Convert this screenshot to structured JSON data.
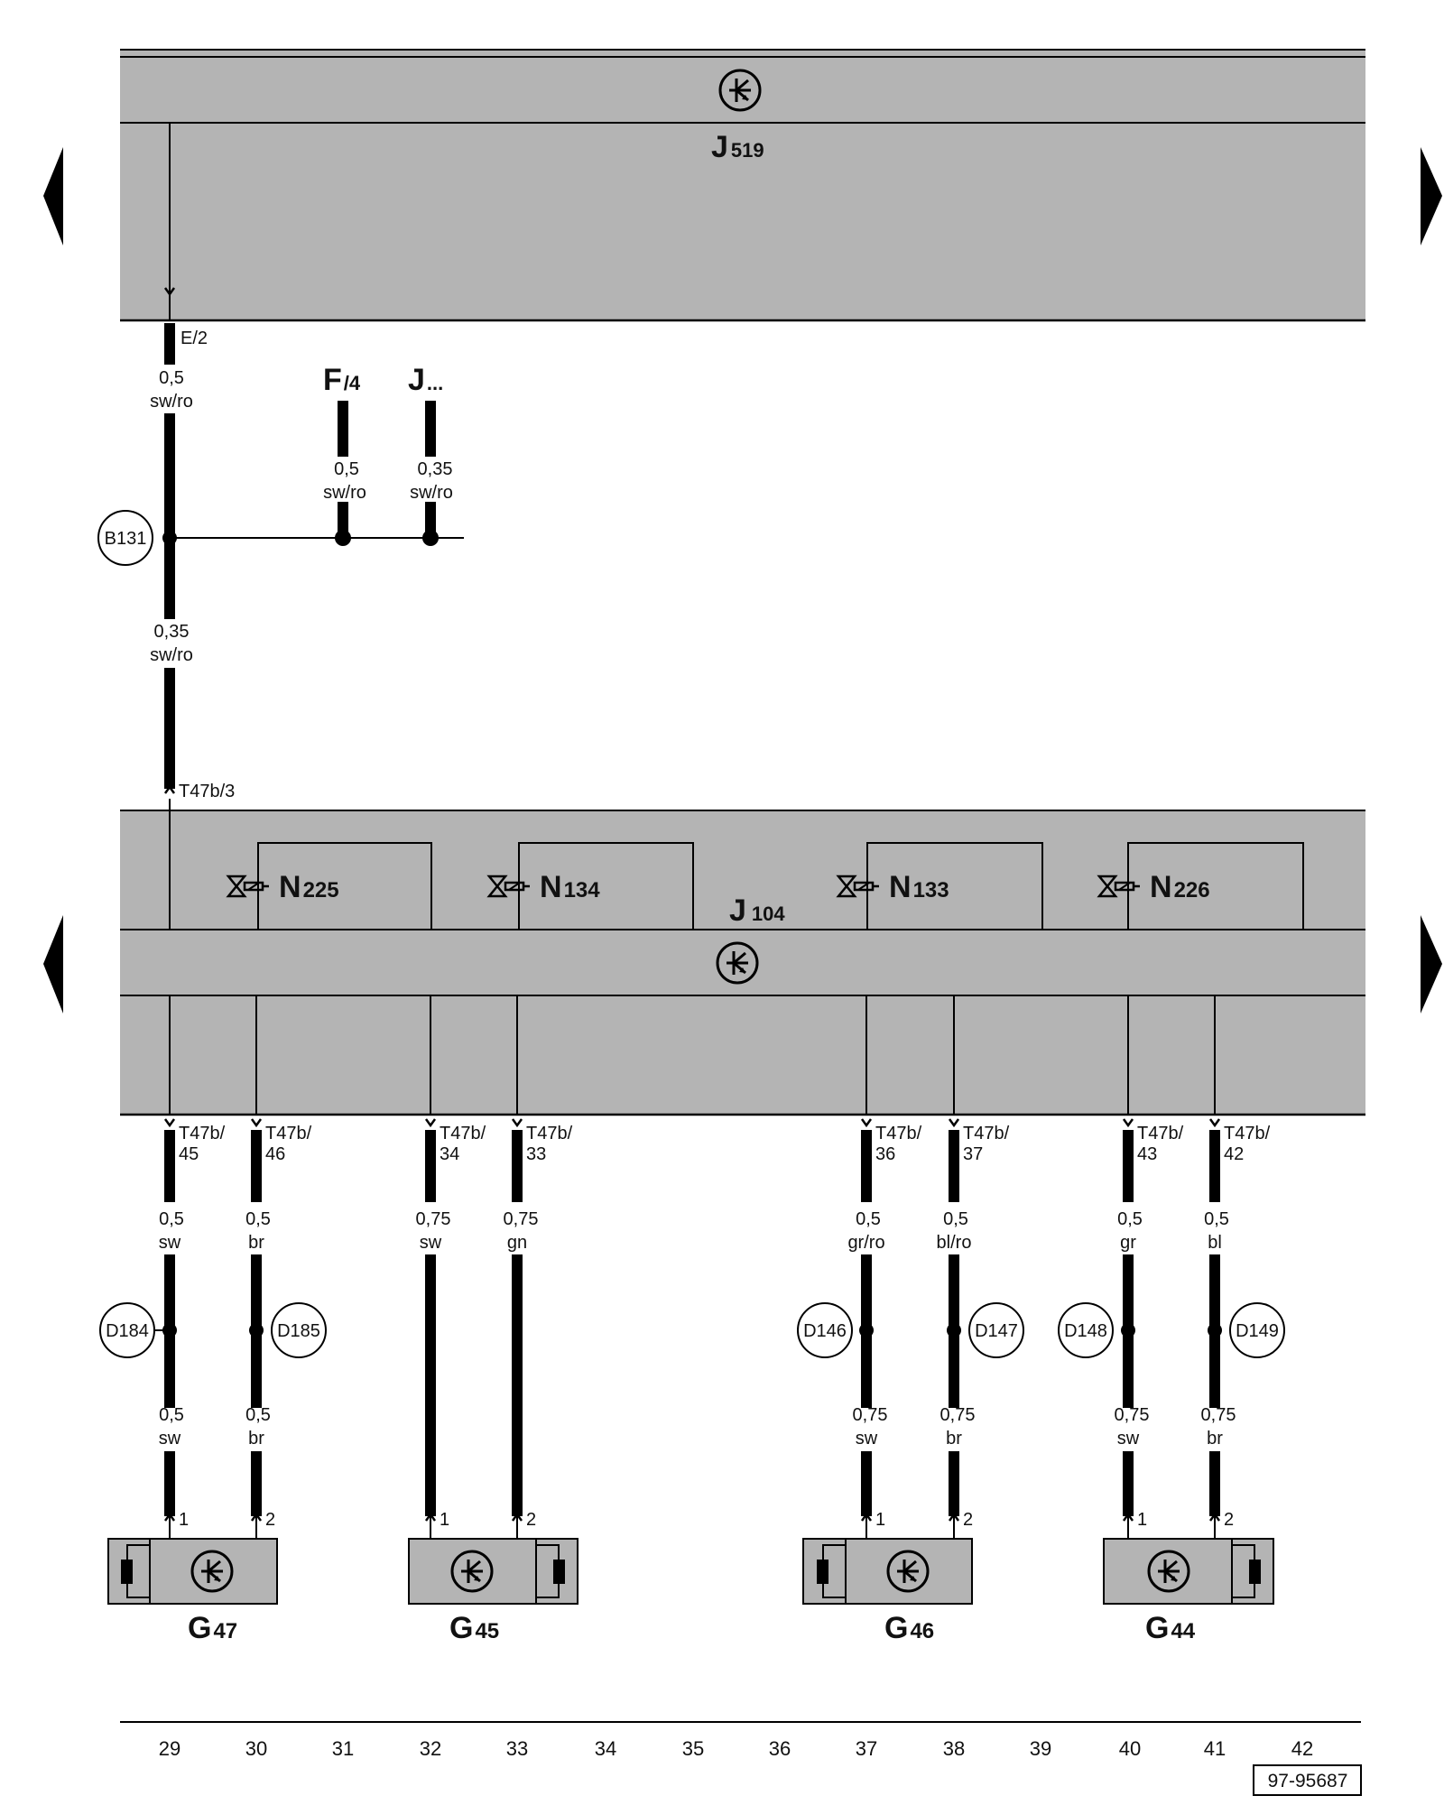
{
  "colors": {
    "module_fill": "#b4b4b4",
    "wire": "#000000",
    "background": "#ffffff"
  },
  "icons": [
    "ecu-symbol-icon",
    "valve-icon",
    "sensor-resistor-icon",
    "navigation-arrow-icon"
  ],
  "modules": {
    "top": {
      "name": "J",
      "sub": "519"
    },
    "mid": {
      "name": "J",
      "sub": "104"
    }
  },
  "valves": [
    {
      "name": "N",
      "sub": "225"
    },
    {
      "name": "N",
      "sub": "134"
    },
    {
      "name": "N",
      "sub": "133"
    },
    {
      "name": "N",
      "sub": "226"
    }
  ],
  "upper": {
    "e2_pin": "E/2",
    "wire1_size": "0,5",
    "wire1_color": "sw/ro",
    "f_label": "F",
    "f_sub": "/4",
    "j_label": "J",
    "j_sub": "...",
    "f_size": "0,5",
    "f_color": "sw/ro",
    "j_size": "0,35",
    "j_color": "sw/ro",
    "b131": "B131",
    "wire2_size": "0,35",
    "wire2_color": "sw/ro",
    "t47b3": "T47b/3"
  },
  "conn_pins": [
    {
      "a": "T47b/",
      "b": "45"
    },
    {
      "a": "T47b/",
      "b": "46"
    },
    {
      "a": "T47b/",
      "b": "34"
    },
    {
      "a": "T47b/",
      "b": "33"
    },
    {
      "a": "T47b/",
      "b": "36"
    },
    {
      "a": "T47b/",
      "b": "37"
    },
    {
      "a": "T47b/",
      "b": "43"
    },
    {
      "a": "T47b/",
      "b": "42"
    }
  ],
  "wires_upper": [
    {
      "size": "0,5",
      "color": "sw"
    },
    {
      "size": "0,5",
      "color": "br"
    },
    {
      "size": "0,75",
      "color": "sw"
    },
    {
      "size": "0,75",
      "color": "gn"
    },
    {
      "size": "0,5",
      "color": "gr/ro"
    },
    {
      "size": "0,5",
      "color": "bl/ro"
    },
    {
      "size": "0,5",
      "color": "gr"
    },
    {
      "size": "0,5",
      "color": "bl"
    }
  ],
  "splices": [
    "D184",
    "D185",
    "D146",
    "D147",
    "D148",
    "D149"
  ],
  "wires_lower": [
    {
      "size": "0,5",
      "color": "sw"
    },
    {
      "size": "0,5",
      "color": "br"
    },
    {
      "size": "0,75",
      "color": "sw"
    },
    {
      "size": "0,75",
      "color": "br"
    },
    {
      "size": "0,75",
      "color": "sw"
    },
    {
      "size": "0,75",
      "color": "br"
    }
  ],
  "sensor_pins": [
    "1",
    "2",
    "1",
    "2",
    "1",
    "2",
    "1",
    "2"
  ],
  "sensors": [
    {
      "name": "G",
      "sub": "47"
    },
    {
      "name": "G",
      "sub": "45"
    },
    {
      "name": "G",
      "sub": "46"
    },
    {
      "name": "G",
      "sub": "44"
    }
  ],
  "axis_numbers": [
    "29",
    "30",
    "31",
    "32",
    "33",
    "34",
    "35",
    "36",
    "37",
    "38",
    "39",
    "40",
    "41",
    "42"
  ],
  "diagram_id": "97-95687"
}
